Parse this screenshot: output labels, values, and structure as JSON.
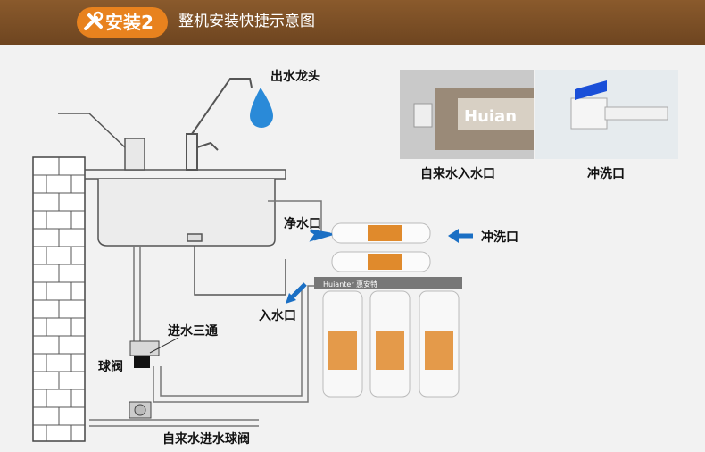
{
  "header": {
    "badge_text": "安装2",
    "title": "整机安装快捷示意图",
    "accent": "#e8821e",
    "bar_color": "#7a4c24"
  },
  "labels": {
    "faucet": "出水龙头",
    "photo_inlet": "自来水入水口",
    "photo_flush": "冲洗口",
    "clean_outlet": "净水口",
    "flush_outlet": "冲洗口",
    "inlet": "入水口",
    "tee": "进水三通",
    "ball_valve": "球阀",
    "main_valve": "自来水进水球阀"
  },
  "photo_text": "Huian",
  "brand": "Huianter 惠安特",
  "colors": {
    "arrow": "#1a6fc4",
    "water_drop": "#2a8ad8",
    "filter_band": "#e08a2c"
  }
}
